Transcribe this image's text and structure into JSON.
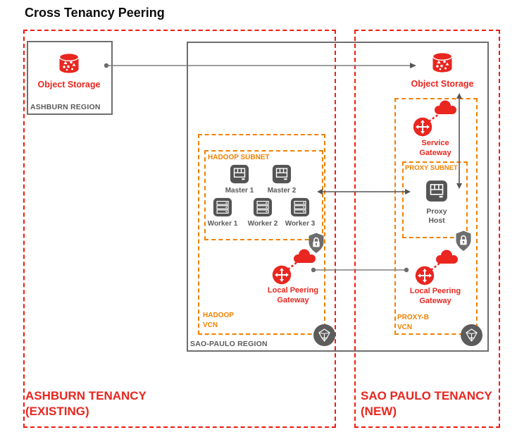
{
  "title": "Cross Tenancy Peering",
  "colors": {
    "red": "#e9261f",
    "orange": "#f08200",
    "icon_gray": "#545454",
    "border_gray": "#6e6e6e"
  },
  "tenancies": {
    "ashburn": {
      "name_line1": "ASHBURN TENANCY",
      "name_line2": "(EXISTING)"
    },
    "sao_paulo": {
      "name_line1": "SAO PAULO TENANCY",
      "name_line2": "(NEW)"
    }
  },
  "ashburn_region": {
    "label": "ASHBURN REGION",
    "object_storage": "Object Storage"
  },
  "sao_paulo_region": {
    "label": "SAO-PAULO REGION",
    "hadoop_vcn": {
      "label_line1": "HADOOP",
      "label_line2": "VCN",
      "subnet": {
        "label": "HADOOP SUBNET",
        "nodes": {
          "master1": "Master 1",
          "master2": "Master 2",
          "worker1": "Worker 1",
          "worker2": "Worker 2",
          "worker3": "Worker 3"
        }
      },
      "local_peering_gateway": {
        "label_line1": "Local Peering",
        "label_line2": "Gateway"
      }
    },
    "proxy_side": {
      "object_storage": "Object Storage",
      "service_gateway": {
        "label_line1": "Service",
        "label_line2": "Gateway"
      },
      "vcn_label_line1": "PROXY-B",
      "vcn_label_line2": "VCN",
      "subnet": {
        "label": "PROXY SUBNET",
        "proxy_host_line1": "Proxy",
        "proxy_host_line2": "Host"
      },
      "local_peering_gateway": {
        "label_line1": "Local Peering",
        "label_line2": "Gateway"
      }
    }
  }
}
